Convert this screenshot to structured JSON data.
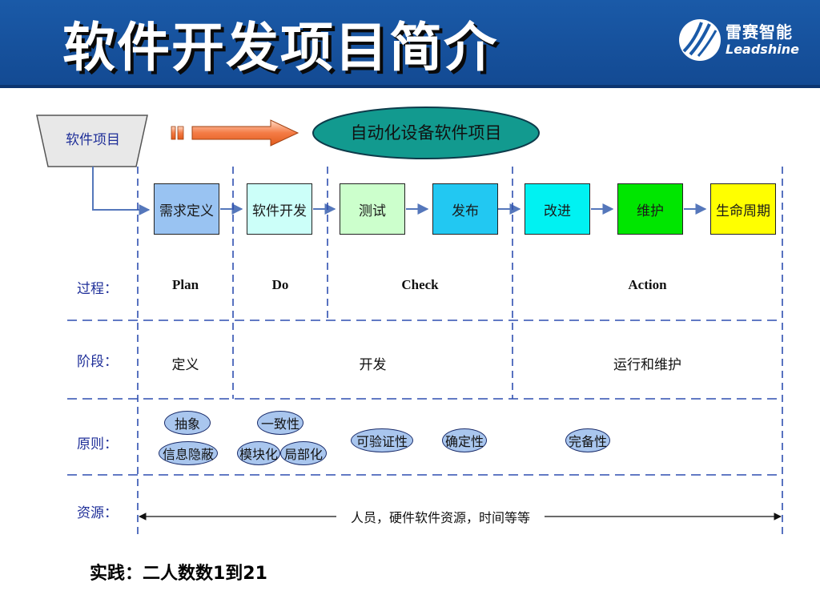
{
  "header": {
    "title": "软件开发项目简介",
    "logo_cn": "雷赛智能",
    "logo_en": "Leadshine"
  },
  "project_box": {
    "label": "软件项目"
  },
  "target_ellipse": {
    "label": "自动化设备软件项目"
  },
  "stages": [
    {
      "label": "需求定义",
      "color": "#99c3f2"
    },
    {
      "label": "软件开发",
      "color": "#ccfff9"
    },
    {
      "label": "测试",
      "color": "#ccffcc"
    },
    {
      "label": "发布",
      "color": "#22c8f2"
    },
    {
      "label": "改进",
      "color": "#00f2f2"
    },
    {
      "label": "维护",
      "color": "#00e600"
    },
    {
      "label": "生命周期",
      "color": "#ffff00"
    }
  ],
  "rows": {
    "process": {
      "label": "过程：",
      "items": [
        "Plan",
        "Do",
        "Check",
        "Action"
      ]
    },
    "phase": {
      "label": "阶段：",
      "items": [
        "定义",
        "开发",
        "运行和维护"
      ]
    },
    "principle": {
      "label": "原则：",
      "items": [
        "抽象",
        "信息隐蔽",
        "一致性",
        "模块化",
        "局部化",
        "可验证性",
        "确定性",
        "完备性"
      ]
    },
    "resource": {
      "label": "资源：",
      "text": "人员，硬件软件资源，时间等等"
    }
  },
  "practice": "实践：二人数数1到21"
}
